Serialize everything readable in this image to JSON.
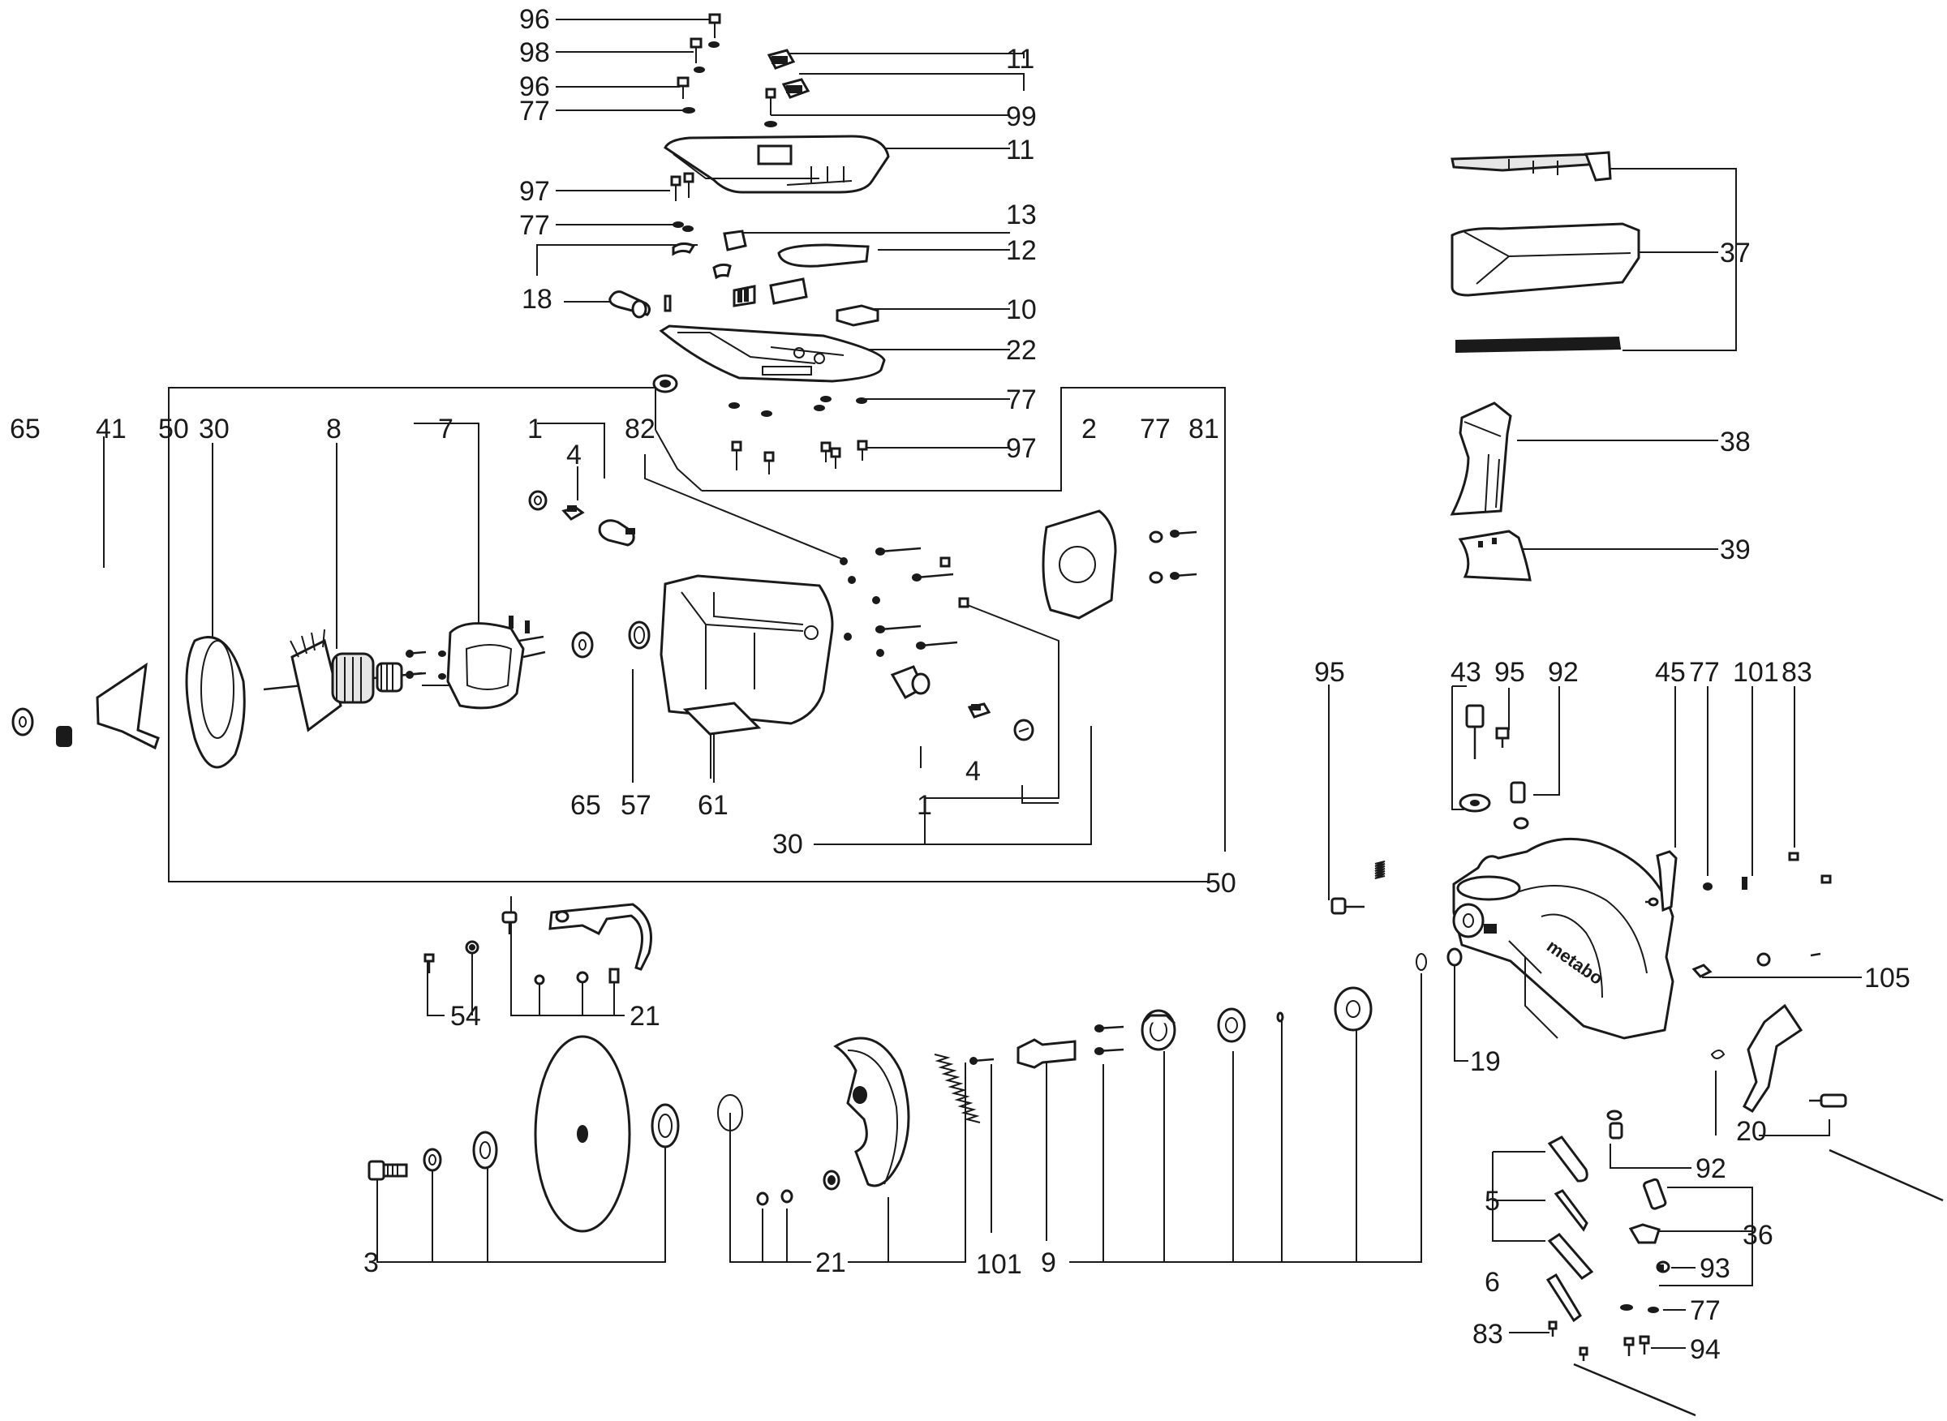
{
  "diagram": {
    "type": "exploded parts diagram",
    "labels": {
      "l96a": "96",
      "l98": "98",
      "l96b": "96",
      "l77a": "77",
      "l97a": "97",
      "l77b": "77",
      "l18": "18",
      "l11a": "11",
      "l99": "99",
      "l11b": "11",
      "l13": "13",
      "l12": "12",
      "l10": "10",
      "l22": "22",
      "l77c": "77",
      "l97b": "97",
      "l37": "37",
      "l38": "38",
      "l39": "39",
      "l65a": "65",
      "l41": "41",
      "l50a": "50",
      "l30a": "30",
      "l8": "8",
      "l7": "7",
      "l1a": "1",
      "l4a": "4",
      "l82": "82",
      "l2": "2",
      "l77d": "77",
      "l81": "81",
      "l65b": "65",
      "l57": "57",
      "l61": "61",
      "l4b": "4",
      "l1b": "1",
      "l30b": "30",
      "l50b": "50",
      "l95a": "95",
      "l43": "43",
      "l95b": "95",
      "l92a": "92",
      "l45": "45",
      "l77e": "77",
      "l101a": "101",
      "l83a": "83",
      "l105": "105",
      "l54": "54",
      "l21a": "21",
      "l19": "19",
      "l20": "20",
      "l92b": "92",
      "l3": "3",
      "l21b": "21",
      "l101b": "101",
      "l9": "9",
      "l5": "5",
      "l36": "36",
      "l93": "93",
      "l6": "6",
      "l77f": "77",
      "l83b": "83",
      "l94": "94"
    },
    "brand_on_guard": "metabo"
  }
}
